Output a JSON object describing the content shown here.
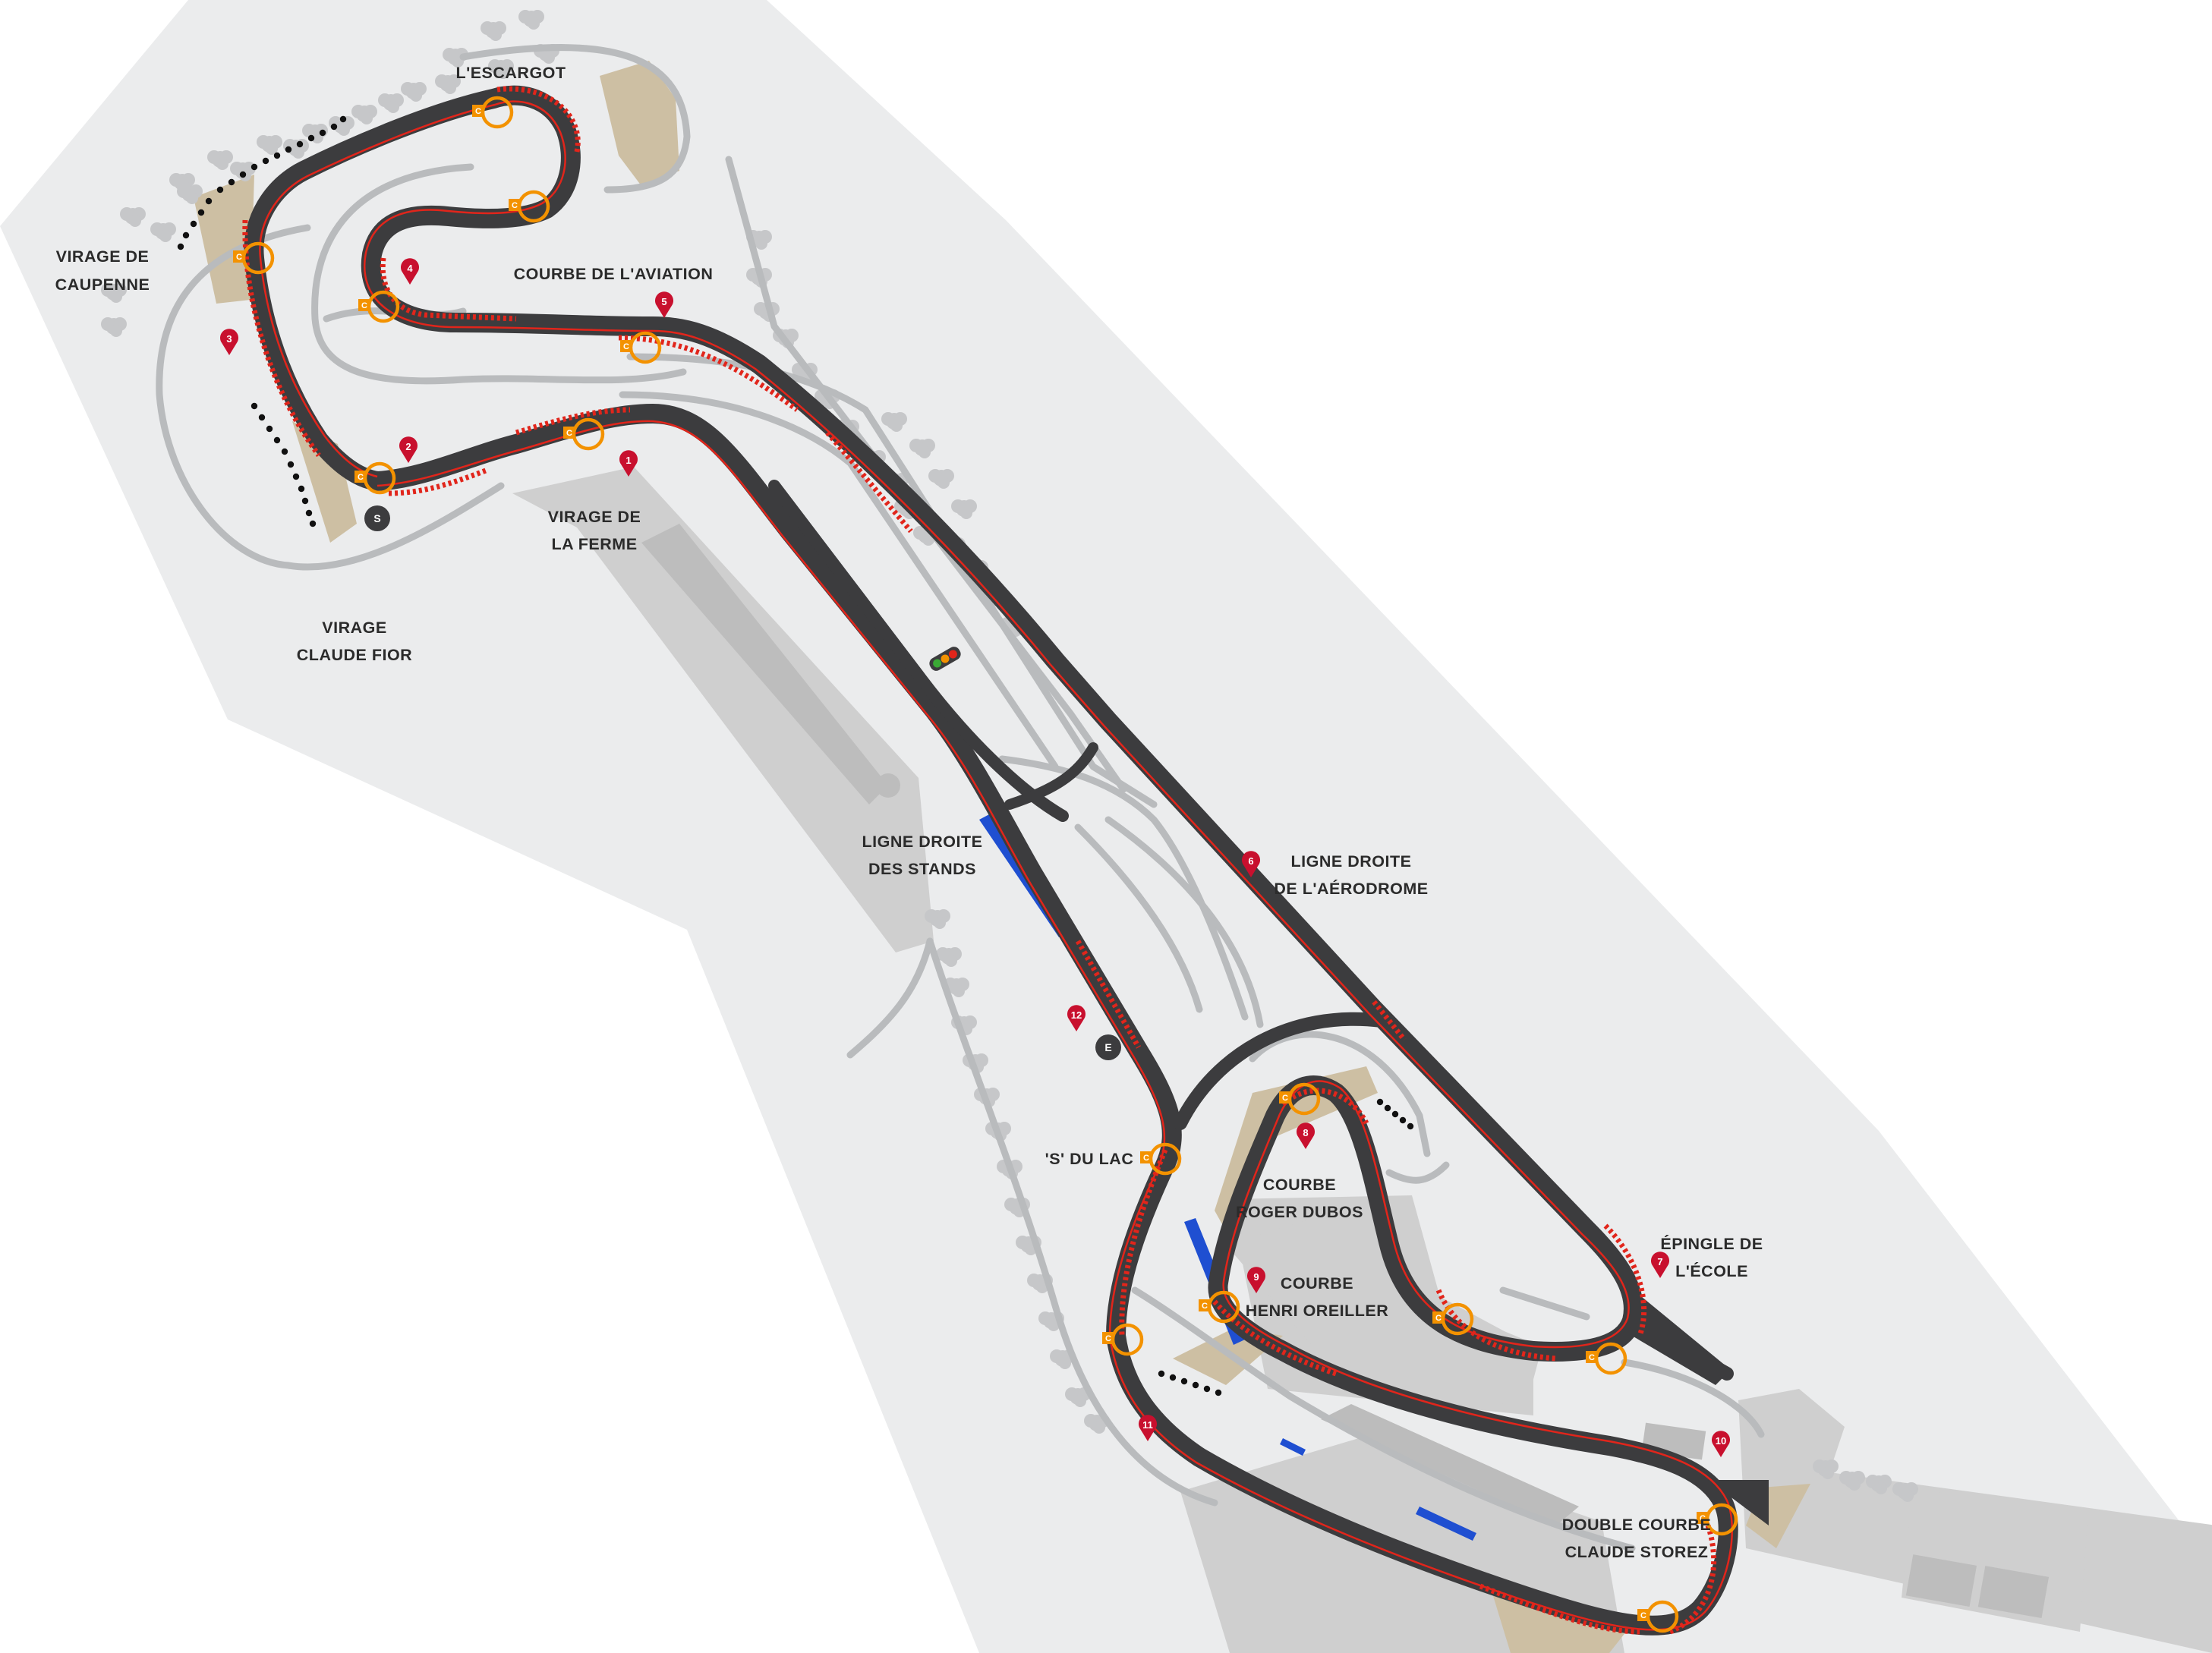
{
  "map": {
    "colors": {
      "background": "#ffffff",
      "site": "#ebeced",
      "buildings": "#cfcfcf",
      "sand": "#cdbfa3",
      "track": "#3c3c3e",
      "racing_line": "#e1251b",
      "kerb": "#e1251b",
      "service_road": "#b9bbbd",
      "trees": "#c6c7c9",
      "marshal_post": "#f39200",
      "corner_marker": "#c8102e",
      "water": "#1f4fd1",
      "barrier": "#111111"
    },
    "labels": {
      "escargot": "L'ESCARGOT",
      "caupenne_1": "VIRAGE DE",
      "caupenne_2": "CAUPENNE",
      "aviation": "COURBE DE L'AVIATION",
      "ferme_1": "VIRAGE DE",
      "ferme_2": "LA FERME",
      "fior_1": "VIRAGE",
      "fior_2": "CLAUDE FIOR",
      "stands_1": "LIGNE DROITE",
      "stands_2": "DES STANDS",
      "aerodrome_1": "LIGNE DROITE",
      "aerodrome_2": "DE L'AÉRODROME",
      "lac": "'S' DU LAC",
      "dubos_1": "COURBE",
      "dubos_2": "ROGER DUBOS",
      "oreiller_1": "COURBE",
      "oreiller_2": "HENRI OREILLER",
      "ecole_1": "ÉPINGLE DE",
      "ecole_2": "L'ÉCOLE",
      "storez_1": "DOUBLE COURBE",
      "storez_2": "CLAUDE STOREZ"
    },
    "badges": {
      "start": "S",
      "end": "E"
    },
    "corner_numbers": [
      "1",
      "2",
      "3",
      "4",
      "5",
      "6",
      "7",
      "8",
      "9",
      "10",
      "11",
      "12"
    ],
    "marshal_post_letter": "C",
    "icons": [
      "start-badge",
      "finish-badge",
      "marshal-post-icon",
      "corner-number-marker",
      "traffic-light-icon"
    ]
  }
}
